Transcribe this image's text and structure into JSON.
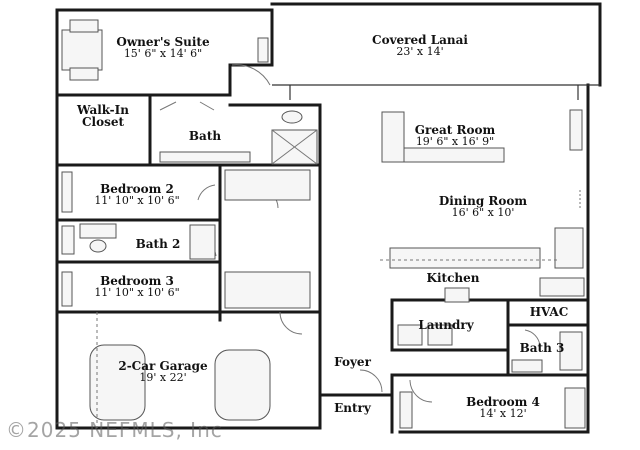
{
  "rooms": {
    "owners_suite": {
      "name": "Owner's Suite",
      "dims": "15' 6\" x 14' 6\""
    },
    "covered_lanai": {
      "name": "Covered Lanai",
      "dims": "23' x 14'"
    },
    "walk_in_closet": {
      "name": "Walk-In Closet"
    },
    "bath": {
      "name": "Bath"
    },
    "great_room": {
      "name": "Great Room",
      "dims": "19' 6\" x 16' 9\""
    },
    "bedroom_2": {
      "name": "Bedroom 2",
      "dims": "11' 10\" x 10' 6\""
    },
    "dining_room": {
      "name": "Dining Room",
      "dims": "16' 6\" x 10'"
    },
    "bath_2": {
      "name": "Bath 2"
    },
    "bedroom_3": {
      "name": "Bedroom 3",
      "dims": "11' 10\" x 10' 6\""
    },
    "kitchen": {
      "name": "Kitchen"
    },
    "laundry": {
      "name": "Laundry"
    },
    "hvac": {
      "name": "HVAC"
    },
    "garage": {
      "name": "2-Car Garage",
      "dims": "19' x 22'"
    },
    "foyer": {
      "name": "Foyer"
    },
    "bath_3": {
      "name": "Bath 3"
    },
    "entry": {
      "name": "Entry"
    },
    "bedroom_4": {
      "name": "Bedroom 4",
      "dims": "14' x 12'"
    }
  },
  "watermark": "©2025 NEFMLS, Inc"
}
